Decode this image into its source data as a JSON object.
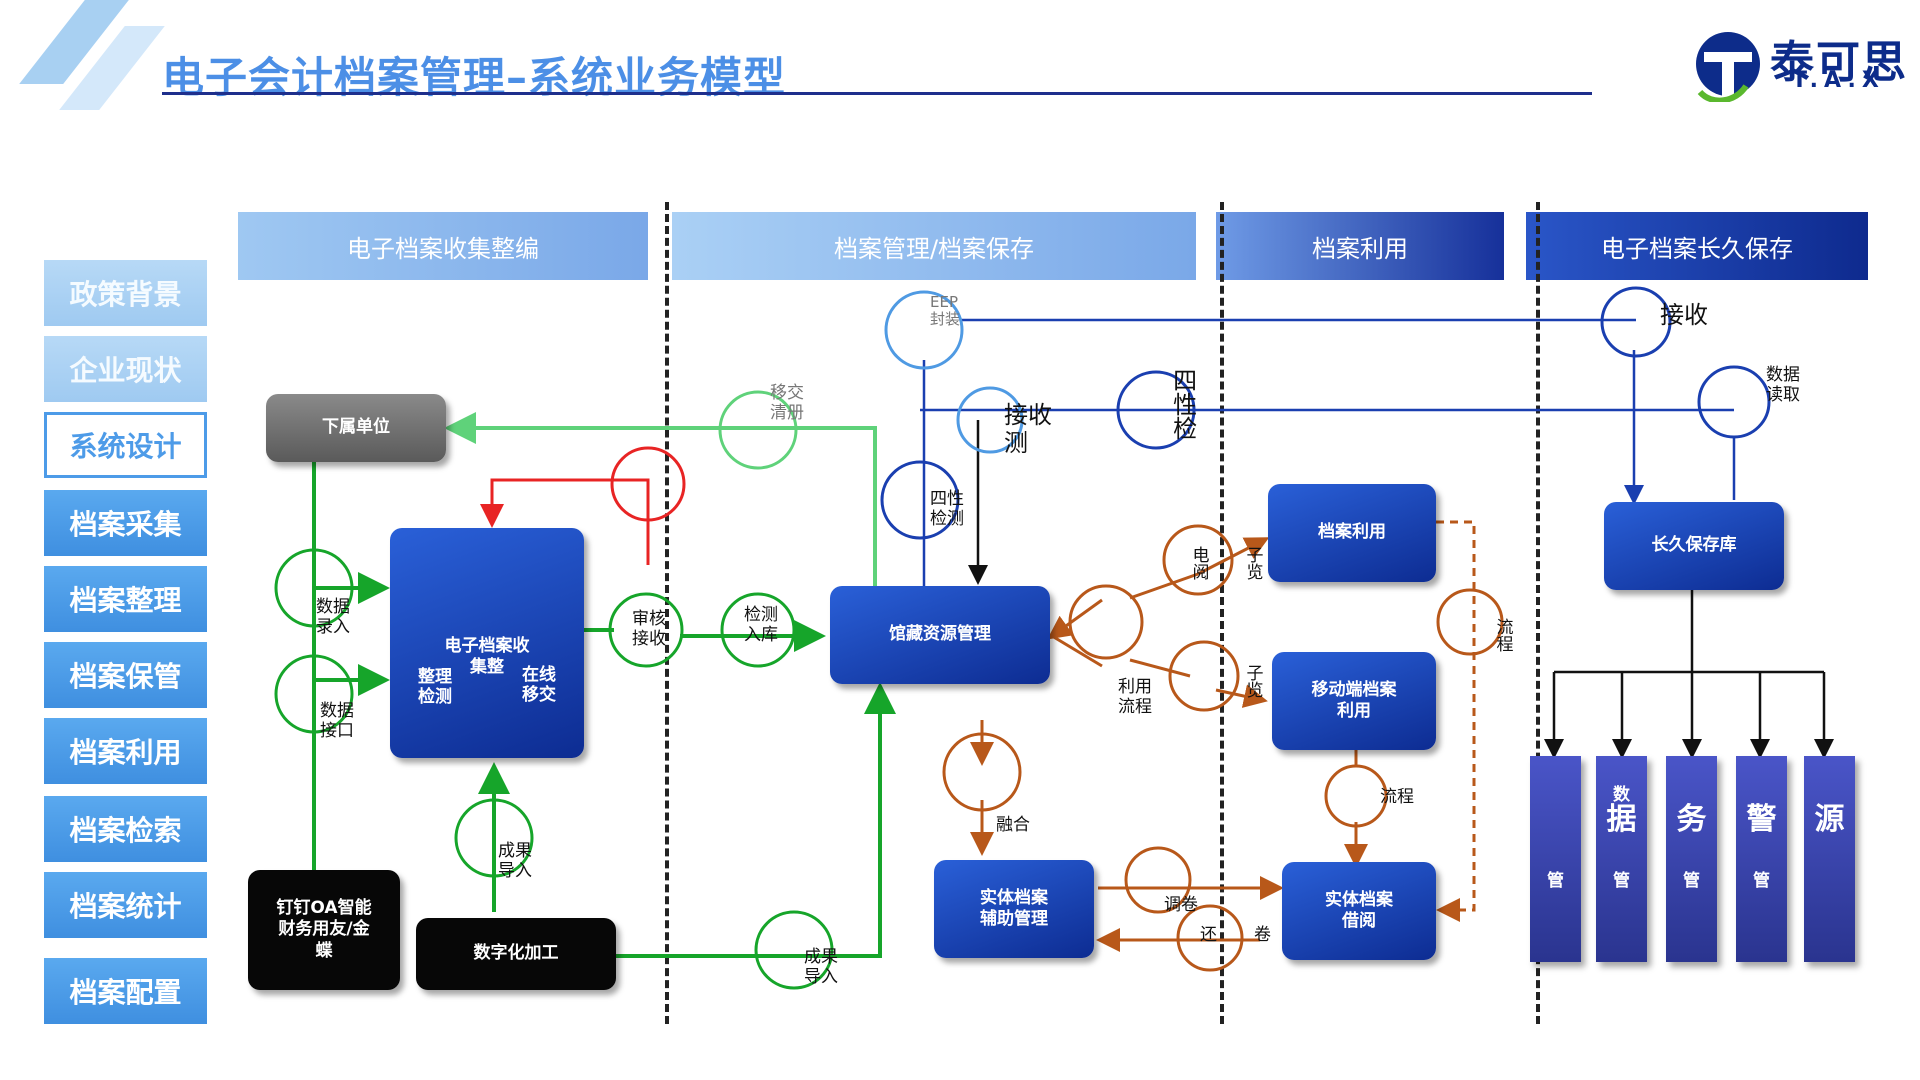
{
  "header": {
    "title": "电子会计档案管理–系统业务模型"
  },
  "logo": {
    "cn": "泰可思",
    "en": "T.A.X"
  },
  "sidebar": {
    "items": [
      {
        "label": "政策背景",
        "state": "dim"
      },
      {
        "label": "企业现状",
        "state": "dim"
      },
      {
        "label": "系统设计",
        "state": "active"
      },
      {
        "label": "档案采集",
        "state": "normal"
      },
      {
        "label": "档案整理",
        "state": "normal"
      },
      {
        "label": "档案保管",
        "state": "normal"
      },
      {
        "label": "档案利用",
        "state": "normal"
      },
      {
        "label": "档案检索",
        "state": "normal"
      },
      {
        "label": "档案统计",
        "state": "normal"
      },
      {
        "label": "档案配置",
        "state": "normal"
      }
    ]
  },
  "columns": [
    "电子档案收集整编",
    "档案管理/档案保存",
    "档案利用",
    "电子档案长久保存"
  ],
  "blocks": {
    "subordinate": "下属单位",
    "collect": "电子档案收集整",
    "source_sys": "钉钉OA智能财务用友/金蝶",
    "digitize": "数字化加工",
    "collection_mgmt": "馆藏资源管理",
    "physical_aux": "实体档案辅助管理",
    "archive_use": "档案利用",
    "mobile_use": "移动端档案利用",
    "physical_borrow": "实体档案借阅",
    "long_store": "长久保存库"
  },
  "nodes": {
    "data_entry": "数据录入",
    "data_iface": "数据接口",
    "sort_check": "整理检测",
    "online_transfer": "在线移交",
    "audit_recv": "审核接收",
    "check_store": "检测入库",
    "transfer_clear": "移交清册",
    "eep": "EEP封装",
    "recv_check": "接收测",
    "four_check_a": "四性检测",
    "four_check_b": "四性检",
    "result_import_a": "成果导入",
    "result_import_b": "成果导入",
    "use_flow": "利用流程",
    "e_read": "电阅",
    "sub_view_a": "子览",
    "sub_view_b": "子览",
    "merge": "融合",
    "flow_a": "流程",
    "flow_b": "流程",
    "transfer_vol": "调卷",
    "return": "还",
    "volume": "卷",
    "receive": "接收",
    "data_read": "数据读取"
  },
  "storage": [
    {
      "big": "",
      "sm": "管"
    },
    {
      "big": "据",
      "sm": "管",
      "top": "数"
    },
    {
      "big": "务",
      "sm": "管"
    },
    {
      "big": "警",
      "sm": "管"
    },
    {
      "big": "源",
      "sm": ""
    }
  ],
  "colors": {
    "green": "#16a52a",
    "green_light": "#5fd27a",
    "orange": "#b8581a",
    "red": "#e82424",
    "navy": "#1a3fb0",
    "sky": "#4f9ae3"
  }
}
